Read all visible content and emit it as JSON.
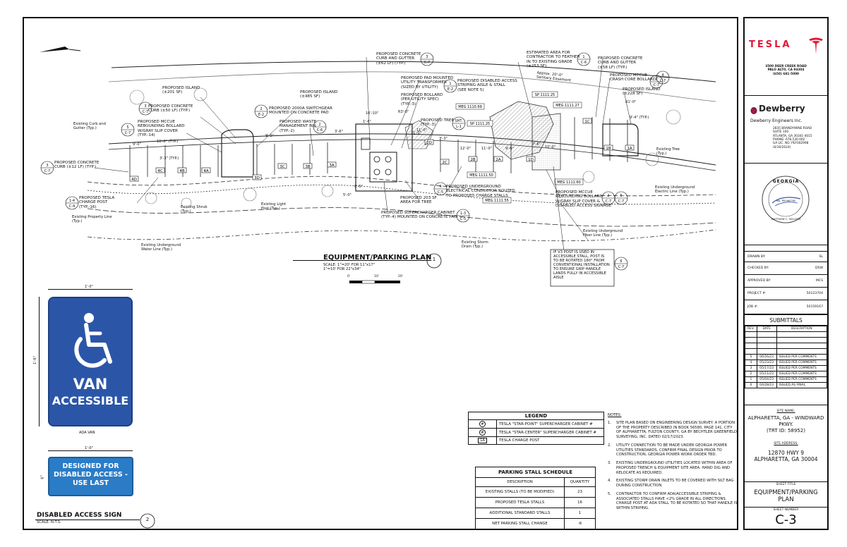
{
  "plan": {
    "title": "EQUIPMENT/PARKING PLAN",
    "scale_lines": "SCALE:  1\"=20' FOR 11\"x17\"\n1\"=10' FOR 22\"x34\"",
    "number": "1",
    "scale_bar": [
      "0'",
      "10'",
      "20'"
    ]
  },
  "labels": {
    "island_201": "PROPOSED ISLAND\n(±201 SF)",
    "curb_50": "PROPOSED CONCRETE\nCURB (±50 LF) (TYP.)",
    "bollard_14": "PROPOSED McCUE\nREBOUNDING BOLLARD\nW/GRAY SLIP COVER\n(TYP.-14)",
    "curb_12": "PROPOSED CONCRETE\nCURB (±12 LF) (TYP.)",
    "charge_post": "PROPOSED TESLA\nCHARGE POST\n(TYP.-16)",
    "switchgear": "PROPOSED 2000A SWITCHGEAR\nMOUNTED ON CONCRETE PAD",
    "waste": "PROPOSED WASTE\nMANAGEMENT BIN\n(TYP.-2)",
    "island_485": "PROPOSED ISLAND\n(±485 SF)",
    "curb_62": "PROPOSED CONCRETE\nCURB AND GUTTER\n(±62 LF) (TYP.)",
    "transformer": "PROPOSED PAD MOUNTED\nUTILITY TRANSFORMER\n(SIZED BY UTILITY)",
    "bollard_3": "PROPOSED BOLLARD\n(PER UTILITY SPEC)\n(TYP.-3)",
    "tree_3": "PROPOSED TREE\n(TYP.-3)",
    "disabled_aisle": "PROPOSED DISABLED ACCESS\nSTRIPING AISLE & STALL\n(SEE NOTE 5)",
    "feather": "ESTIMATED AREA FOR\nCONTRACTOR TO FEATHER\nIN TO EXISTING GRADE\n(±253 SF)",
    "curb_58": "PROPOSED CONCRETE\nCURB AND GUTTER\n(±58 LF) (TYP.)",
    "crash_bollard": "PROPOSED McCUE\nCRASH CORE BOLLARD",
    "island_228": "PROPOSED ISLAND\n(±228 SF)",
    "sanitary": "Approx. 20'-0\"\nSanitary Easement",
    "ex_curb": "Existing Curb and\nGutter (Typ.)",
    "ex_property": "Existing Property Line\n(Typ.)",
    "ex_water": "Existing Underground\nWater Line (Typ.)",
    "ex_shrub": "Existing Shrub\n(Typ.)",
    "ex_light": "Existing Light\nPost (Typ.)",
    "ex_storm": "Existing Storm\nDrain (Typ.)",
    "ex_tree": "Existing Tree\n(Typ.)",
    "ex_electric": "Existing Underground\nElectric Line (Typ.)",
    "ex_fiber": "Existing Underground\nFiber Line (Typ.)",
    "conductor": "PROPOSED UNDERGROUND\nELECTRICAL CONDUCTOR ROUTED\nTO PROPOSED CHARGE STALLS",
    "tree_area": "PROPOSED 203 SF\nAREA FOR TREE",
    "cabinet_4": "PROPOSED SUPERCHARGER CABINET\n(TYP.-4) MOUNTED ON CONCRETE PAD",
    "bollard_signage": "PROPOSED McCUE\nREBOUNDING BOLLARD\nW/GRAY SLIP COVER &\nDISABLED ACCESS SIGNAGE",
    "v3_note": "IF V3 POST IS USED IN\nACCESSIBLE STALL, POST IS\nTO BE ROTATED 180° FROM\nCONVENTIONAL INSTALLATION\nTO ENSURE GRIP HANDLE\nLANDS FULLY IN ACCESSIBLE\nAISLE",
    "meg": [
      "MEG 1110.69",
      "SP 1111.25",
      "MEG 1111.50",
      "MEG 1111.60",
      "MEG 1111.55",
      "MEG 1111.27",
      "SP 1111.25"
    ],
    "stalls": [
      "4D",
      "4C",
      "4B",
      "4A",
      "3D",
      "3C",
      "3B",
      "3A",
      "2D",
      "2C",
      "2B",
      "2A",
      "1D",
      "1C",
      "1B",
      "1A"
    ],
    "details": [
      {
        "n": "3",
        "s": "C-7"
      },
      {
        "n": "5",
        "s": "C-7"
      },
      {
        "n": "3",
        "s": "C-7"
      },
      {
        "n": "1-4",
        "s": "C-4"
      },
      {
        "n": "2",
        "s": "E-2"
      },
      {
        "n": "2",
        "s": "C-6"
      },
      {
        "n": "3",
        "s": "C-7"
      },
      {
        "n": "1",
        "s": "E-2"
      },
      {
        "n": "SHT.",
        "s": "L-1"
      },
      {
        "n": "1",
        "s": "C-6"
      },
      {
        "n": "2",
        "s": "C-7"
      },
      {
        "n": "4",
        "s": "C-7"
      },
      {
        "n": "4",
        "s": "C-5"
      },
      {
        "n": "1-3",
        "s": "C-5"
      },
      {
        "n": "2",
        "s": "C-7"
      },
      {
        "n": "3",
        "s": "C-5"
      },
      {
        "n": "5",
        "s": "C-7"
      },
      {
        "n": "6",
        "s": "C-7"
      }
    ],
    "dims": [
      "9'-0\"",
      "10'-0\"\n(TYP.)",
      "17'-0\"\n(TYP.)",
      "3'-3\"\n(TYP.)",
      "2'-0\"\n(TYP.)",
      "9'-0\"",
      "16'-10\"",
      "1'-6\"",
      "R3'-0\"",
      "11'-0\"",
      "3'-3\"",
      "7'-6\"",
      "R1'-0\"",
      "9'-4\"\n(TYP.)",
      "R1'-0\"",
      "1'-7\"",
      "3'-3\"",
      "2'-0\"",
      "0'-5\"",
      "3'-6\"",
      "5'-0\"",
      "11'-0\"",
      "12'-0\"",
      "9'-0\"",
      "10'-0\"",
      "11'-0\""
    ]
  },
  "legend": {
    "title": "LEGEND",
    "rows": [
      {
        "sym": "#",
        "text": "TESLA \"STAR-POINT\" SUPERCHARGER CABINET #"
      },
      {
        "sym": "#",
        "text": "TESLA \"STAR-CENTER\" SUPERCHARGER CABINET #"
      },
      {
        "sym": "1A",
        "text": "TESLA CHARGE POST"
      }
    ]
  },
  "schedule": {
    "title": "PARKING STALL SCHEDULE",
    "headers": [
      "DESCRIPTION",
      "QUANTITY"
    ],
    "rows": [
      [
        "EXISTING STALLS (TO BE MODIFIED)",
        "23"
      ],
      [
        "PROPOSED TESLA STALLS",
        "16"
      ],
      [
        "ADDITIONAL STANDARD STALLS",
        "1"
      ],
      [
        "NET PARKING STALL CHANGE",
        "-6"
      ]
    ]
  },
  "notes": {
    "heading": "NOTES:",
    "items": [
      "SITE PLAN BASED ON ENGINEERING DESIGN SURVEY: A PORTION OF THE PROPERTY DESCRIBED IN BOOK 56580, PAGE 141, CITY OF ALPHARETTA, FULTON COUNTY, GA BY BECHTLER GREENFIELD SURVEYING, INC. DATED 02/17/2023.",
      "UTILITY CONNECTION TO BE MADE UNDER GEORGIA POWER UTILITIES STANDARDS, CONFIRM FINAL DESIGN PRIOR TO CONSTRUCTION, GEORGIA POWER WORK ORDER TBD.",
      "EXISTING UNDERGROUND UTILITIES LOCATED WITHIN AREA OF PROPOSED TRENCH & EQUIPMENT SITE AREA. HAND DIG AND RELOCATE AS REQUIRED.",
      "EXISTING STORM DRAIN INLETS TO BE COVERED WITH SILT BAG DURING CONSTRUCTION.",
      "CONTRACTOR TO CONFIRM ADA/ACCESSIBLE STRIPING & ASSOCIATED STALLS HAVE <2% GRADE IN ALL DIRECTIONS. CHARGE POST AT ADA STALL TO BE ROTATED SO THAT HANDLE IS WITHIN STRIPING."
    ]
  },
  "sign": {
    "dim_w": "1'-0\"",
    "dim_h": "1'-6\"",
    "line1": "VAN",
    "line2": "ACCESSIBLE",
    "caption": "ADA VAN",
    "small_dim_w": "1'-0\"",
    "small_dim_h": "6\"",
    "small_text": "DESIGNED FOR\nDISABLED ACCESS -\nUSE LAST",
    "title": "DISABLED ACCESS SIGN",
    "scale": "SCALE:  N.T.S.",
    "number": "2"
  },
  "titleblock": {
    "tesla_logo": "TESLA",
    "tesla_addr": "3500 DEER CREEK ROAD\nPALO ALTO, CA 94304\n(650) 681-5000",
    "dewberry_logo": "Dewberry",
    "dewberry_name": "Dewberry Engineers Inc.",
    "dewberry_addr": "2835 BRANDYWINE ROAD\nSUITE 100\nATLANTA, GA 30341-4015\nPHONE: 678.530.002\nGA LIC. NO. PEF002998 (6/30/2024)",
    "seal_top": "GEORGIA",
    "seal_no": "No. PE046736",
    "seal_name": "MATTHEW C. SELLERS",
    "drawn_by_label": "DRAWN BY:",
    "drawn_by": "SL",
    "checked_by_label": "CHECKED BY:",
    "checked_by": "DSW",
    "approved_by_label": "APPROVED BY:",
    "approved_by": "MCS",
    "project_label": "PROJECT #:",
    "project": "50123704",
    "job_label": "JOB #:",
    "job": "50159167",
    "submittals_title": "SUBMITTALS",
    "sub_headers": [
      "REV.",
      "DATE",
      "DESCRIPTION"
    ],
    "submittals": [
      [
        "5",
        "06/16/23",
        "ISSUED PER COMMENTS"
      ],
      [
        "4",
        "05/23/23",
        "ISSUED PER COMMENTS"
      ],
      [
        "3",
        "05/17/23",
        "ISSUED PER COMMENTS"
      ],
      [
        "2",
        "05/11/23",
        "ISSUED PER COMMENTS"
      ],
      [
        "1",
        "05/04/23",
        "ISSUED PER COMMENTS"
      ],
      [
        "0",
        "04/28/23",
        "ISSUED AS FINAL"
      ]
    ],
    "site_name_label": "SITE NAME:",
    "site_name": "ALPHARETTA, GA - WINDWARD PKWY.\n(TRT ID: 58952)",
    "site_address_label": "SITE ADDRESS:",
    "site_address": "12870 HWY 9\nALPHARETTA, GA 30004",
    "sheet_title_label": "SHEET TITLE",
    "sheet_title": "EQUIPMENT/PARKING\nPLAN",
    "sheet_number_label": "SHEET NUMBER",
    "sheet_number": "C-3"
  }
}
